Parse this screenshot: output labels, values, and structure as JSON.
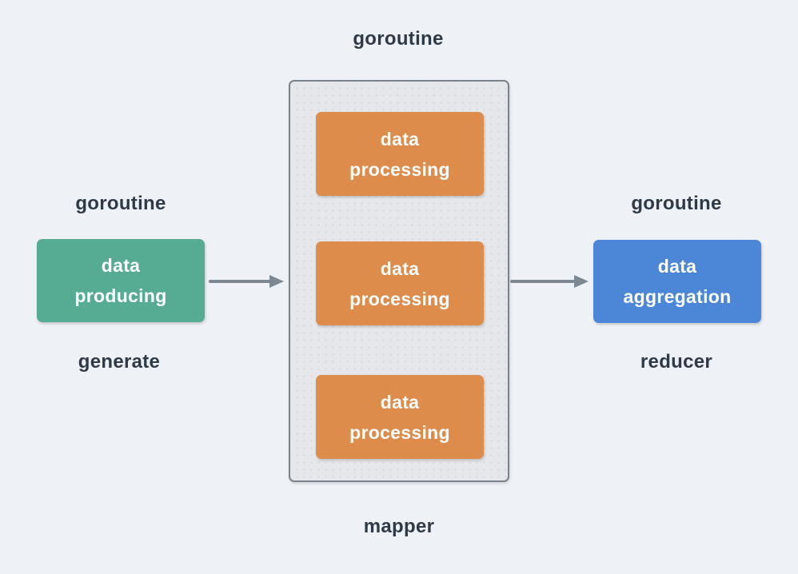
{
  "colors": {
    "canvas_bg": "#EEF1F5",
    "label_text": "#2E3A48",
    "box_text": "#FFFFFF",
    "producer_fill": "#55AC93",
    "processor_fill": "#DD8C4C",
    "aggregator_fill": "#4C87D7",
    "container_fill": "#E5E7EA",
    "container_border": "#7A828C",
    "container_dots": "#D2D5DA",
    "arrow": "#7C8894"
  },
  "pipeline": {
    "producer": {
      "role_label": "goroutine",
      "box": {
        "line1": "data",
        "line2": "producing"
      },
      "stage_label": "generate"
    },
    "mapper": {
      "role_label": "goroutine",
      "stage_label": "mapper",
      "boxes": [
        {
          "line1": "data",
          "line2": "processing"
        },
        {
          "line1": "data",
          "line2": "processing"
        },
        {
          "line1": "data",
          "line2": "processing"
        }
      ]
    },
    "reducer": {
      "role_label": "goroutine",
      "box": {
        "line1": "data",
        "line2": "aggregation"
      },
      "stage_label": "reducer"
    }
  }
}
